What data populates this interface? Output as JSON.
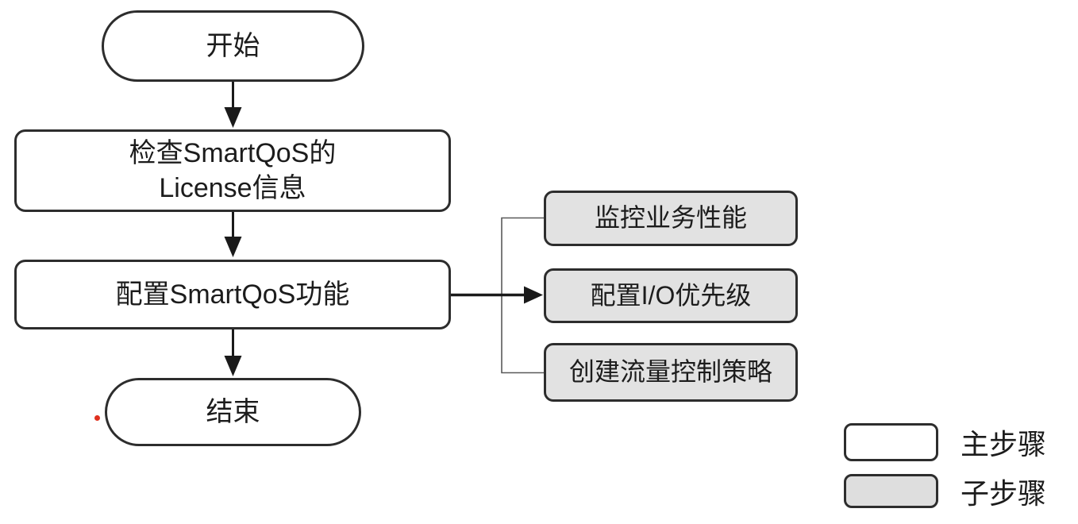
{
  "diagram": {
    "type": "flowchart",
    "nodes": {
      "start": {
        "label": "开始",
        "shape": "terminator",
        "step_type": "main"
      },
      "check_license": {
        "label_line1": "检查SmartQoS的",
        "label_line2": "License信息",
        "shape": "process",
        "step_type": "main"
      },
      "configure": {
        "label": "配置SmartQoS功能",
        "shape": "process",
        "step_type": "main"
      },
      "end": {
        "label": "结束",
        "shape": "terminator",
        "step_type": "main"
      },
      "sub_monitor": {
        "label": "监控业务性能",
        "shape": "process",
        "step_type": "sub"
      },
      "sub_priority": {
        "label": "配置I/O优先级",
        "shape": "process",
        "step_type": "sub"
      },
      "sub_policy": {
        "label": "创建流量控制策略",
        "shape": "process",
        "step_type": "sub"
      }
    },
    "edges": [
      {
        "from": "start",
        "to": "check_license",
        "style": "arrow"
      },
      {
        "from": "check_license",
        "to": "configure",
        "style": "arrow"
      },
      {
        "from": "configure",
        "to": "end",
        "style": "arrow"
      },
      {
        "from": "configure",
        "to": [
          "sub_monitor",
          "sub_priority",
          "sub_policy"
        ],
        "style": "arrow-with-bracket"
      }
    ],
    "legend": {
      "main_step_label": "主步骤",
      "sub_step_label": "子步骤"
    },
    "colors": {
      "main_fill": "#ffffff",
      "sub_fill": "#e2e2e2",
      "border": "#2d2d2d",
      "connector": "#1a1a1a",
      "bracket": "#595959",
      "stray_dot": "#e0301e"
    }
  }
}
